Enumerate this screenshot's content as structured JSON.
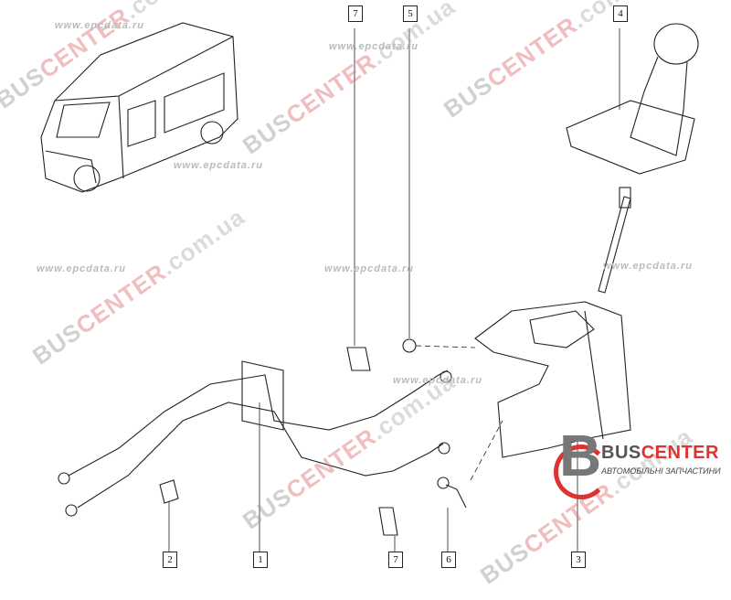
{
  "diagram": {
    "title": "Gear shift control with cables",
    "callouts": [
      {
        "id": "7a",
        "label": "7"
      },
      {
        "id": "5",
        "label": "5"
      },
      {
        "id": "4",
        "label": "4"
      },
      {
        "id": "2",
        "label": "2"
      },
      {
        "id": "1",
        "label": "1"
      },
      {
        "id": "7b",
        "label": "7"
      },
      {
        "id": "6",
        "label": "6"
      },
      {
        "id": "3",
        "label": "3"
      }
    ]
  },
  "watermarks": {
    "bus": "BUS",
    "center": "CENTER",
    "domain": ".com.ua",
    "epc": "www.epcdata.ru"
  },
  "logo": {
    "letter": "B",
    "name_part1": "BUS",
    "name_part2": "CENTER",
    "tagline": "АВТОМОБІЛЬНІ ЗАПЧАСТИНИ"
  }
}
